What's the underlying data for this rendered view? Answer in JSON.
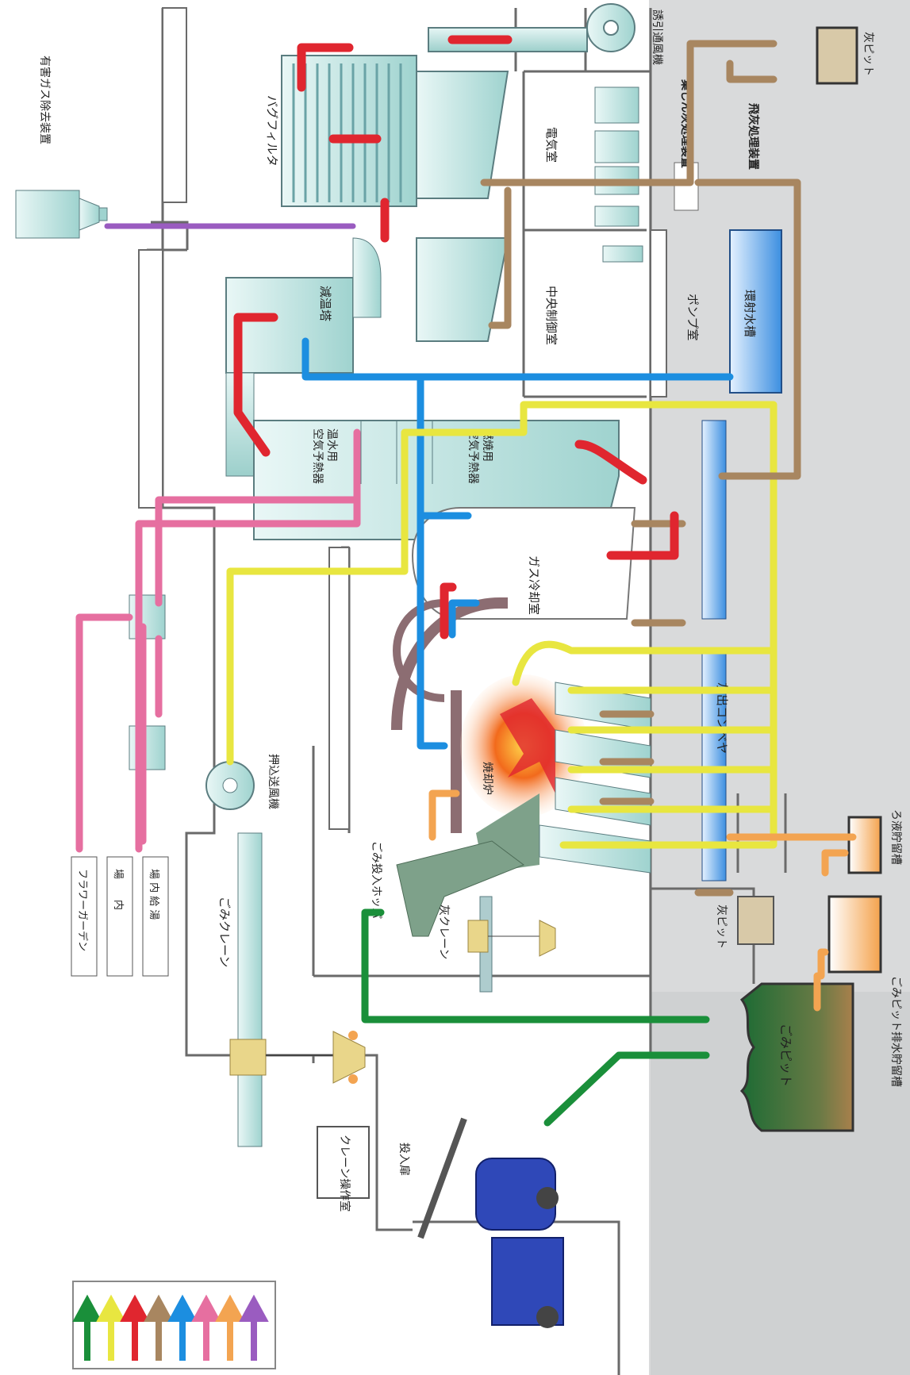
{
  "labels": {
    "bag_filter": "バグフィルタ",
    "harmful_gas": "有害ガス除去装置",
    "induced_fan": "誘引通風機",
    "ash_pit_top": "灰ピット",
    "dust_ash": "集じん灰処理装置",
    "fly_ash": "飛灰処理装置",
    "electrical": "電気室",
    "control": "中央制御室",
    "pump": "ポンプ室",
    "water_tank": "環射水槽",
    "cooling_tower": "減温塔",
    "air_preheater": "空気予熱器",
    "water_preheater": "温水用",
    "combustion_preheater": "燃焼用",
    "gas_cooling": "ガス冷却室",
    "ash_conveyor": "灰出コンベヤ",
    "forced_fan": "押込送風機",
    "incinerator": "焼却炉",
    "hopper": "ごみ投入ホッパ",
    "filtrate_tank": "ろ液貯留槽",
    "ash_pit_bottom": "灰ピット",
    "ash_crane": "灰クレーン",
    "garbage_pit": "ごみピット",
    "drain_tank": "ごみピット排水貯留槽",
    "garbage_crane": "ごみクレーン",
    "crane_room": "クレーン操作室",
    "entry_door": "投入扉",
    "flower_garden": "フラワーガーデン",
    "indoor": "場　　内",
    "indoor_supply": "場 内 給 湯"
  },
  "legend": {
    "colors": [
      "#1a8f3a",
      "#e8e640",
      "#e0262f",
      "#a88660",
      "#1c8ee0",
      "#e66fa0",
      "#f3a451",
      "#9a5cc0"
    ]
  },
  "colors": {
    "garbage": "#1a8f3a",
    "air": "#e8e640",
    "exhaust": "#e0262f",
    "ash": "#a88660",
    "water": "#1c8ee0",
    "hot_water": "#e66fa0",
    "wastewater": "#f3a451",
    "chemical": "#9a5cc0"
  }
}
